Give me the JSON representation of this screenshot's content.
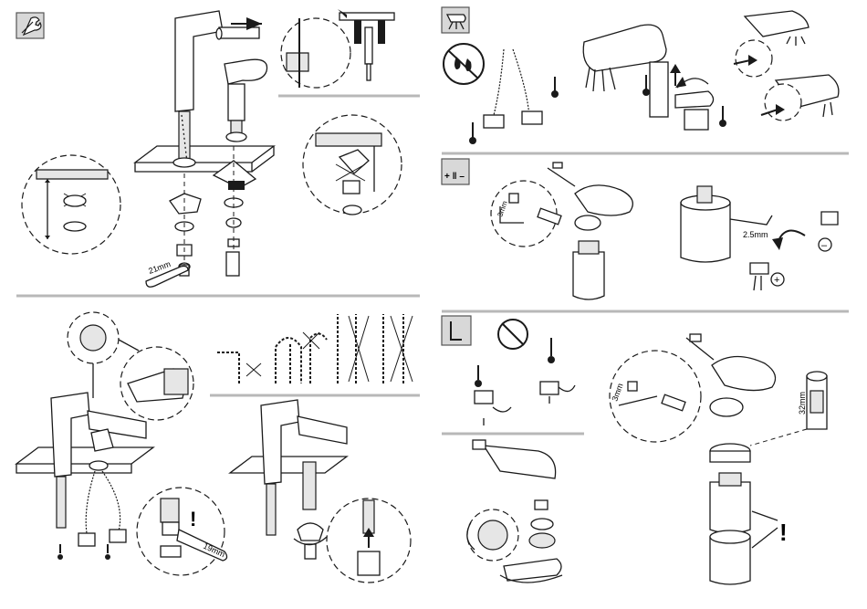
{
  "labels": {
    "wrench_21": "21mm",
    "wrench_19": "19mm",
    "allen_3a": "3mm",
    "allen_25": "2.5mm",
    "allen_3b": "3mm",
    "spanner_32": "32mm"
  },
  "symbols": {
    "minus": "–",
    "plus": "+",
    "warning_1": "!",
    "warning_2": "!"
  },
  "icons": {
    "tool_panel": "wrench-icon",
    "flush_panel": "spray-icon",
    "temp_panel": "hot-cold-icon",
    "service_panel": "allen-key-icon"
  },
  "colors": {
    "line": "#1a1a1a",
    "divider": "#b8b8b8",
    "icon_box": "#d8d8d8"
  }
}
